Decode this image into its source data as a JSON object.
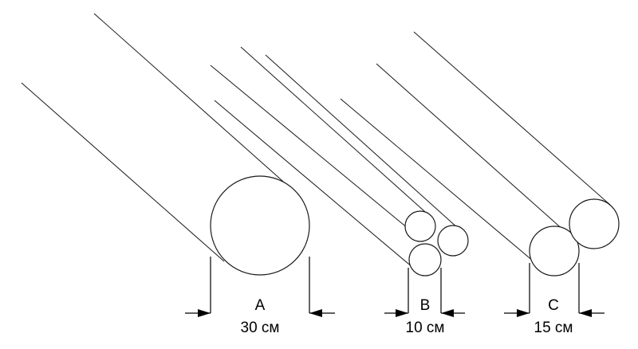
{
  "groups": [
    {
      "id": "A",
      "letter": "A",
      "size": "30 см"
    },
    {
      "id": "B",
      "letter": "B",
      "size": "10 см"
    },
    {
      "id": "C",
      "letter": "C",
      "size": "15 см"
    }
  ],
  "colors": {
    "stroke": "#1a1a1a",
    "background": "#ffffff"
  }
}
